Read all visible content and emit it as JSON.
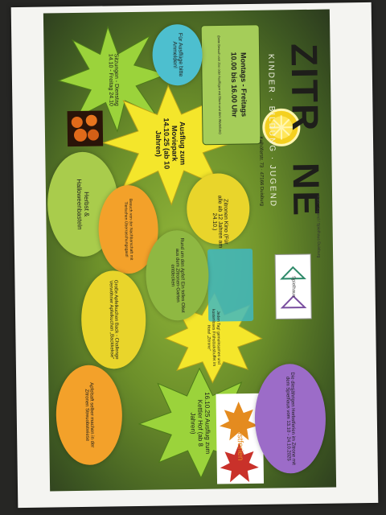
{
  "brand": {
    "name_letters": [
      "Z",
      "I",
      "T",
      "R",
      "O",
      "N",
      "E"
    ],
    "tagline": "KINDER · BILDUNG · JUGEND",
    "address": "Kalhöferstr. 73 · 47166 Duisburg",
    "org_stamp": "Kath. Jugend / Spielhaus Duisburg"
  },
  "hours": {
    "title": "Montags - Freitags",
    "time": "10.00 bis 16.00 Uhr",
    "note": "(beim Besuch von Zoo oder Ausflügen mit Eltern und dem Warteliste)"
  },
  "events": {
    "trip_note": "Für Ausflüge bitte Anmelden!",
    "meeting": "Sitzungen - Dienstag 14.10 - Freitag 24.10",
    "moviepark": "Ausflug zum Moviepark 14.10.25 (ab 10 Jahren)",
    "zitronenkino": "Zitronen Kino (Für alle ab 12 Jahren am 24.10.)",
    "halloween": "Herbst & Halloweenbasteln",
    "visit": "Besuch von der Nachbarschaft mit Tierischen Überraschungsgast!",
    "garden": "Rund um den Apfel! Ein tolles Obst aus dem Zitronen-Garten entdecken",
    "breakfast": "Jeden Tag! gemeinsames und kostenloses Frühstücksbuffet im Hotel „Zitrone\"",
    "cake": "Große Apfelkuchen Back - Challenge Verwöhner Apfelkuchen „Backkekse\"",
    "kettler": "16.10.25 Ausflug zum Kettler Hof (ab 8 Jahren)",
    "juice": "Apfelsaft selber machen in der Zitronen Streuobstwiese",
    "holiday_program": "Die diesjährigen Herbstferien im Zitrone mit dem Spielhaus vom 13.10 - 24.10.2025",
    "herbstferien": "Herbstferien",
    "spielhaus_caption": "Spielhaus"
  },
  "colors": {
    "background": "#262624",
    "paper": "#f4f4f1",
    "poster_green": "#6c8f2a",
    "star_yellow": "#f4e62b",
    "star_green": "#9bd33b",
    "oval_yellow": "#e9d52b",
    "oval_orange": "#f3a12a",
    "oval_lightgreen": "#a9cc4c",
    "oval_blue": "#4dbfcf",
    "oval_purple": "#9c6cc8",
    "lemon_yellow": "#f4d020",
    "hours_box": "#a5cd59",
    "teal_box": "#3fb7c0",
    "leaf_orange": "#e48b1f",
    "leaf_red": "#c9312a"
  },
  "icons": [
    "lemon-slice-icon",
    "pumpkin-icon",
    "cinema-icon",
    "maple-leaf-icon",
    "spielhaus-logo-icon"
  ]
}
